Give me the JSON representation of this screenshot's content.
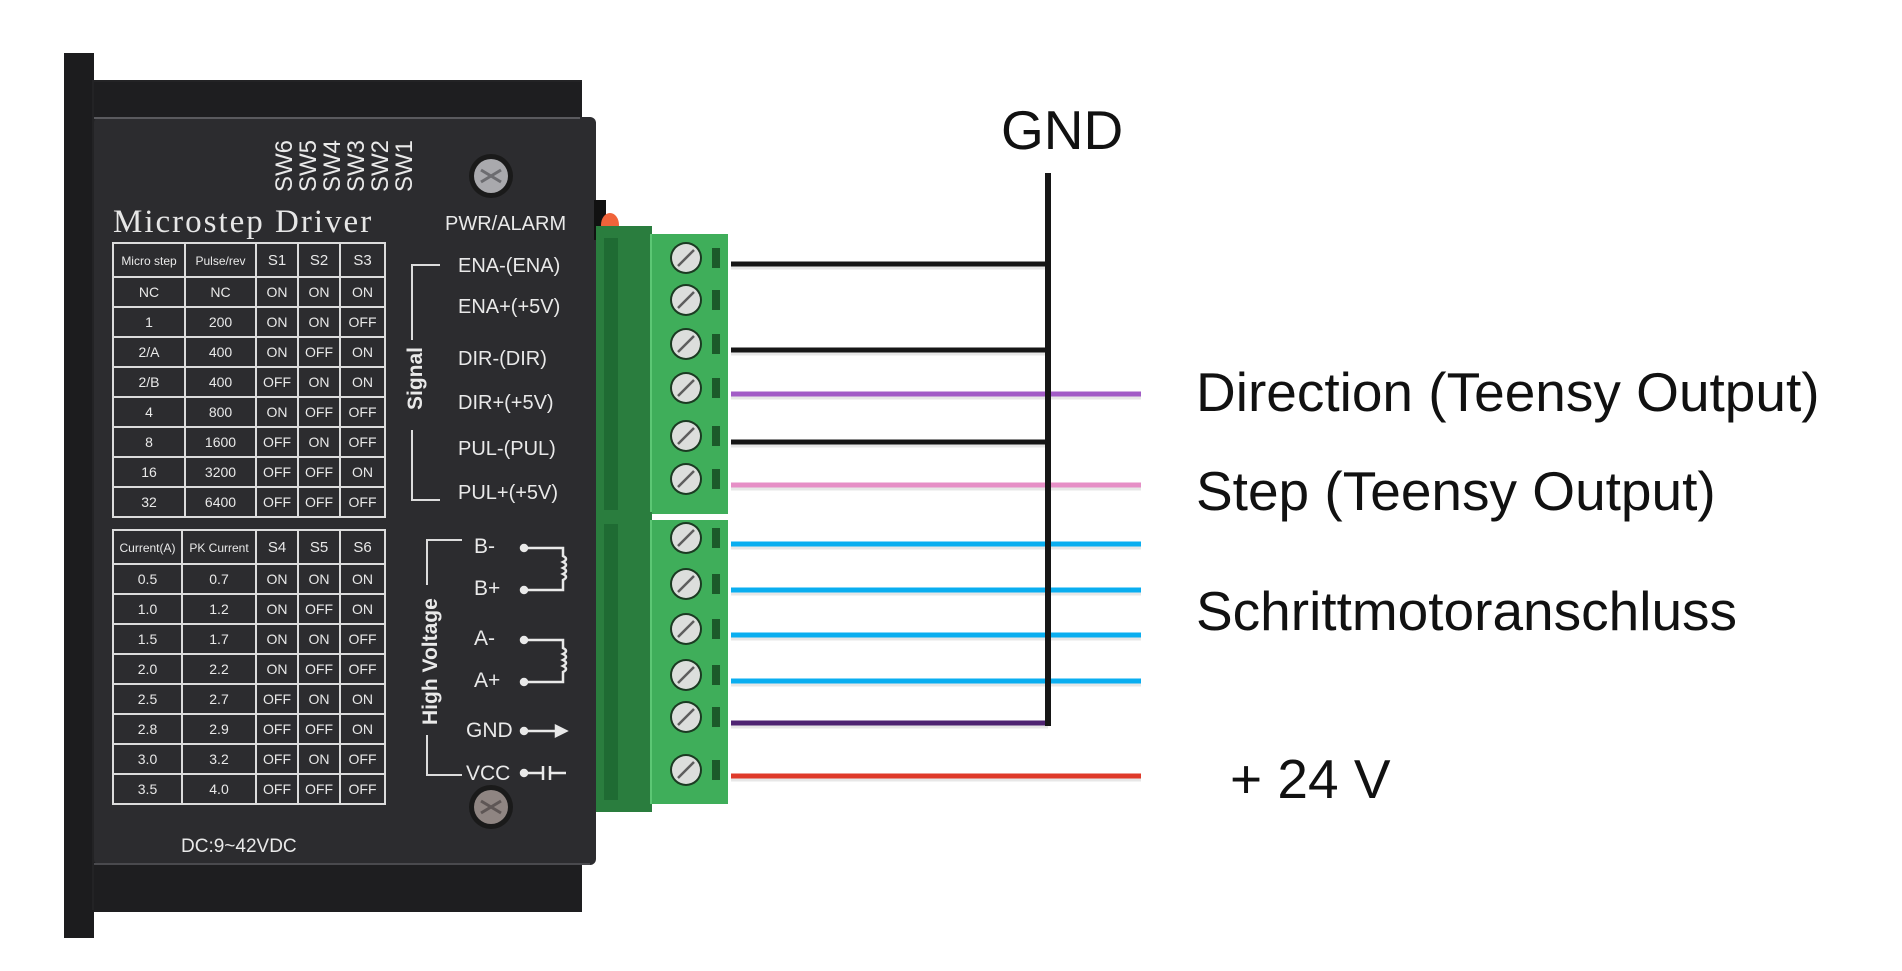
{
  "device": {
    "title": "Microstep Driver",
    "switch_labels": [
      "SW6",
      "SW5",
      "SW4",
      "SW3",
      "SW2",
      "SW1"
    ],
    "led_label": "PWR/ALARM",
    "supply_label": "DC:9~42VDC",
    "signal_group_label": "Signal",
    "high_voltage_group_label": "High Voltage",
    "microstep_table": {
      "headers": [
        "Micro step",
        "Pulse/rev",
        "S1",
        "S2",
        "S3"
      ],
      "rows": [
        [
          "NC",
          "NC",
          "ON",
          "ON",
          "ON"
        ],
        [
          "1",
          "200",
          "ON",
          "ON",
          "OFF"
        ],
        [
          "2/A",
          "400",
          "ON",
          "OFF",
          "ON"
        ],
        [
          "2/B",
          "400",
          "OFF",
          "ON",
          "ON"
        ],
        [
          "4",
          "800",
          "ON",
          "OFF",
          "OFF"
        ],
        [
          "8",
          "1600",
          "OFF",
          "ON",
          "OFF"
        ],
        [
          "16",
          "3200",
          "OFF",
          "OFF",
          "ON"
        ],
        [
          "32",
          "6400",
          "OFF",
          "OFF",
          "OFF"
        ]
      ]
    },
    "current_table": {
      "headers": [
        "Current(A)",
        "PK Current",
        "S4",
        "S5",
        "S6"
      ],
      "rows": [
        [
          "0.5",
          "0.7",
          "ON",
          "ON",
          "ON"
        ],
        [
          "1.0",
          "1.2",
          "ON",
          "OFF",
          "ON"
        ],
        [
          "1.5",
          "1.7",
          "ON",
          "ON",
          "OFF"
        ],
        [
          "2.0",
          "2.2",
          "ON",
          "OFF",
          "OFF"
        ],
        [
          "2.5",
          "2.7",
          "OFF",
          "ON",
          "ON"
        ],
        [
          "2.8",
          "2.9",
          "OFF",
          "OFF",
          "ON"
        ],
        [
          "3.0",
          "3.2",
          "OFF",
          "ON",
          "OFF"
        ],
        [
          "3.5",
          "4.0",
          "OFF",
          "OFF",
          "OFF"
        ]
      ]
    },
    "terminals": [
      {
        "label": "ENA-(ENA)",
        "group": "signal",
        "wire": "gnd"
      },
      {
        "label": "ENA+(+5V)",
        "group": "signal",
        "wire": "none"
      },
      {
        "label": "DIR-(DIR)",
        "group": "signal",
        "wire": "gnd"
      },
      {
        "label": "DIR+(+5V)",
        "group": "signal",
        "wire": "direction"
      },
      {
        "label": "PUL-(PUL)",
        "group": "signal",
        "wire": "gnd"
      },
      {
        "label": "PUL+(+5V)",
        "group": "signal",
        "wire": "step"
      },
      {
        "label": "B-",
        "group": "hv",
        "wire": "motor"
      },
      {
        "label": "B+",
        "group": "hv",
        "wire": "motor"
      },
      {
        "label": "A-",
        "group": "hv",
        "wire": "motor"
      },
      {
        "label": "A+",
        "group": "hv",
        "wire": "motor"
      },
      {
        "label": "GND",
        "group": "hv",
        "wire": "gnd_purple"
      },
      {
        "label": "VCC",
        "group": "hv",
        "wire": "vcc"
      }
    ]
  },
  "wiring": {
    "gnd_bus_label": "GND",
    "annotations": {
      "direction": "Direction (Teensy Output)",
      "step": "Step (Teensy Output)",
      "motor": "Schrittmotoranschluss",
      "vcc": "+ 24 V"
    },
    "colors": {
      "gnd": "#161616",
      "direction": "#a25cc6",
      "step": "#e68fc6",
      "motor": "#0aaef0",
      "gnd_purple": "#4f2472",
      "vcc": "#df3a2a"
    }
  },
  "palette": {
    "device_body": "#27272a",
    "device_face": "#2d2d30",
    "terminal_green": "#3fae5a",
    "terminal_dark": "#2c8a44",
    "led": "#f0633a"
  }
}
